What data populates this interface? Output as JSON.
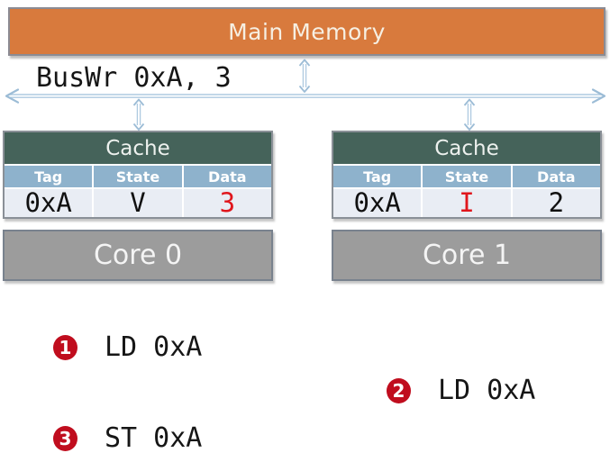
{
  "colors": {
    "memory_fill": "#D87A3D",
    "cache_header_fill": "#45635A",
    "column_header_fill": "#8EB2CC",
    "data_row_fill": "#E9EDF4",
    "core_fill": "#9C9C9C",
    "red_text": "#E0161C",
    "step_circle_fill": "#C00D1E",
    "bus_line": "#A9C6DE"
  },
  "main_memory": {
    "label": "Main Memory"
  },
  "bus": {
    "label": "BusWr 0xA, 3"
  },
  "caches": [
    {
      "title": "Cache",
      "columns": [
        "Tag",
        "State",
        "Data"
      ],
      "row": {
        "tag": "0xA",
        "state": "V",
        "data": "3"
      },
      "red_cells": [
        "data"
      ],
      "core_label": "Core 0"
    },
    {
      "title": "Cache",
      "columns": [
        "Tag",
        "State",
        "Data"
      ],
      "row": {
        "tag": "0xA",
        "state": "I",
        "data": "2"
      },
      "red_cells": [
        "state"
      ],
      "core_label": "Core 1"
    }
  ],
  "steps": [
    {
      "number": "1",
      "label": "LD 0xA"
    },
    {
      "number": "2",
      "label": "LD 0xA"
    },
    {
      "number": "3",
      "label": "ST 0xA"
    }
  ]
}
